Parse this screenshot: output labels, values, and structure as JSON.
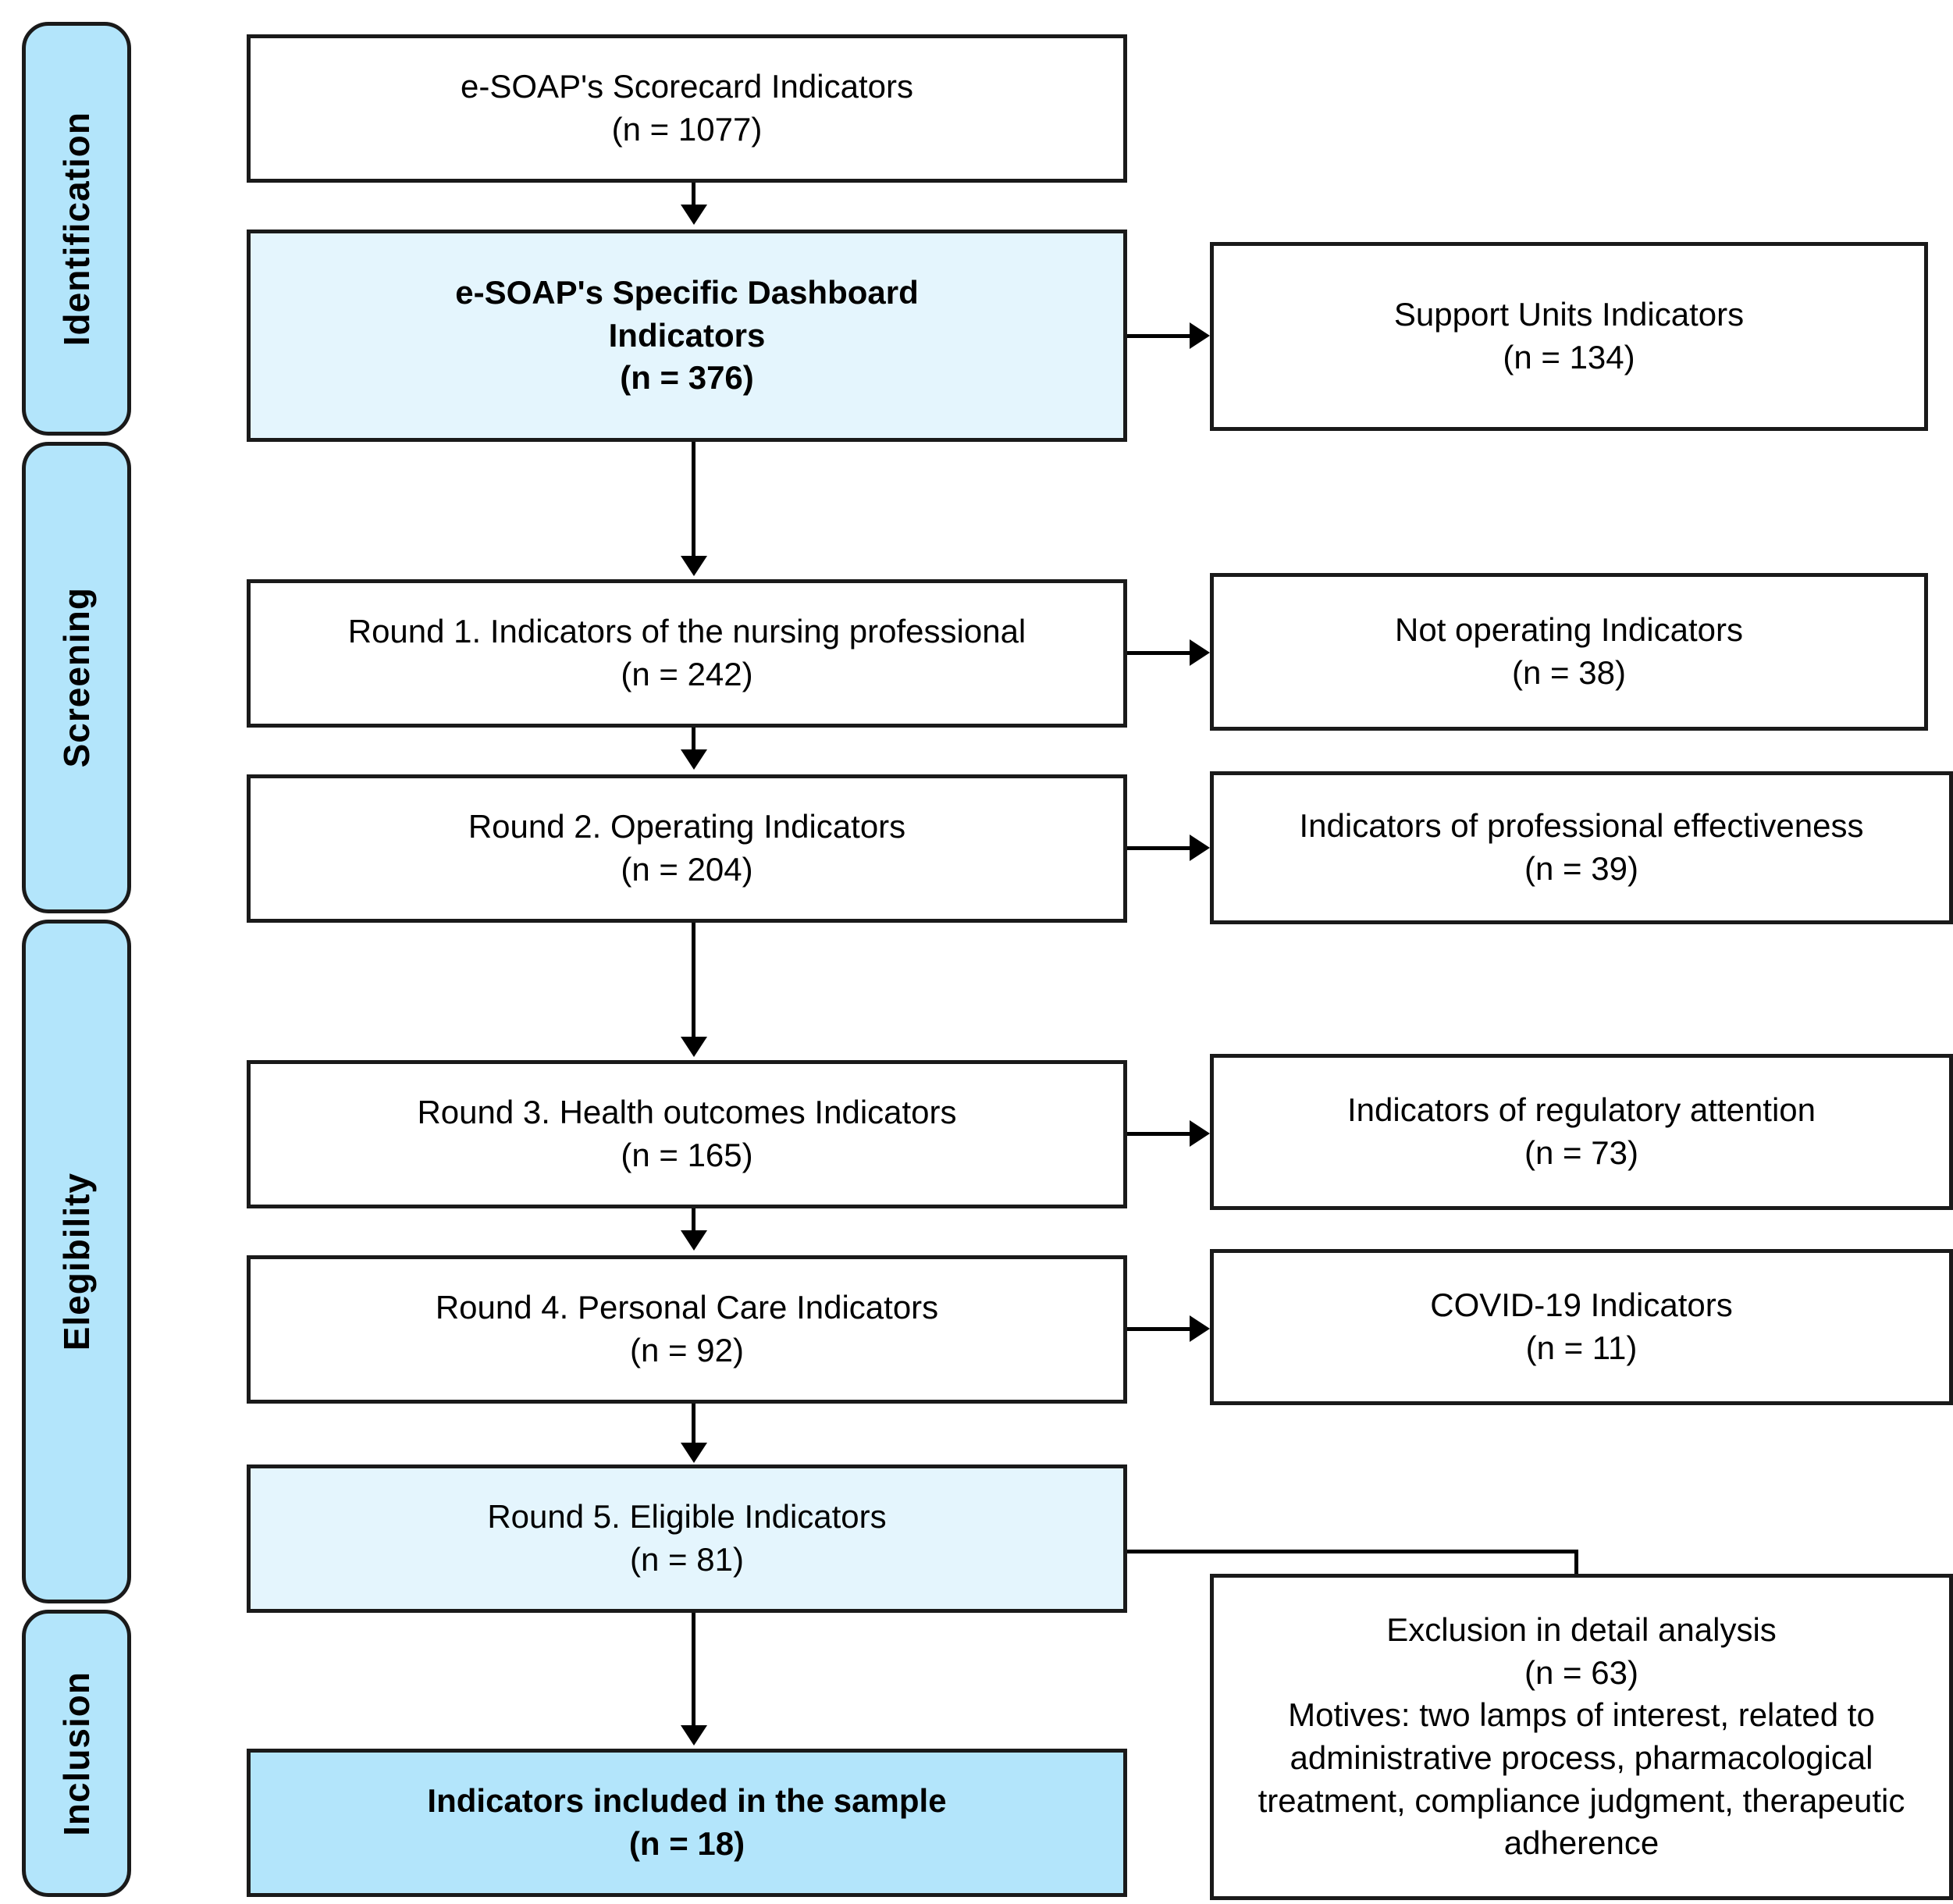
{
  "figure": {
    "type": "prisma-flow-diagram",
    "title": "PRISMA-style indicator selection flow"
  },
  "stages": [
    {
      "id": "identification",
      "label": "Identification"
    },
    {
      "id": "screening",
      "label": "Screening"
    },
    {
      "id": "elegibility",
      "label": "Elegibility"
    },
    {
      "id": "inclusion",
      "label": "Inclusion"
    }
  ],
  "colors": {
    "stage_fill": "#b3e5fb",
    "pale_fill": "#e4f5fd",
    "highlight_fill": "#b3e5fb",
    "border": "#1a1a1a",
    "box_fill": "#ffffff"
  },
  "main_flow": [
    {
      "id": "scorecard",
      "line1": "e-SOAP's Scorecard Indicators",
      "line2": "(n = 1077)",
      "n": 1077,
      "fill": "white",
      "bold": false
    },
    {
      "id": "specific-dashboard",
      "line1": "e-SOAP's Specific Dashboard",
      "line2": "Indicators",
      "line3": "(n = 376)",
      "n": 376,
      "fill": "pale",
      "bold": true
    },
    {
      "id": "round-1",
      "line1": "Round 1. Indicators of the nursing professional",
      "line2": "(n = 242)",
      "n": 242,
      "fill": "white",
      "bold": false
    },
    {
      "id": "round-2",
      "line1": "Round 2. Operating Indicators",
      "line2": "(n = 204)",
      "n": 204,
      "fill": "white",
      "bold": false
    },
    {
      "id": "round-3",
      "line1": "Round 3. Health outcomes Indicators",
      "line2": "(n = 165)",
      "n": 165,
      "fill": "white",
      "bold": false
    },
    {
      "id": "round-4",
      "line1": "Round 4. Personal Care Indicators",
      "line2": "(n = 92)",
      "n": 92,
      "fill": "white",
      "bold": false
    },
    {
      "id": "round-5",
      "line1": "Round 5. Eligible Indicators",
      "line2": "(n = 81)",
      "n": 81,
      "fill": "pale",
      "bold": false
    },
    {
      "id": "included",
      "line1": "Indicators included in the sample",
      "line2": "(n = 18)",
      "n": 18,
      "fill": "highlight",
      "bold": true
    }
  ],
  "excluded_flow": [
    {
      "id": "support-units",
      "line1": "Support Units Indicators",
      "line2": "(n = 134)",
      "n": 134
    },
    {
      "id": "not-operating",
      "line1": "Not operating Indicators",
      "line2": "(n = 38)",
      "n": 38
    },
    {
      "id": "professional-effectiveness",
      "line1": "Indicators of professional effectiveness",
      "line2": "(n = 39)",
      "n": 39
    },
    {
      "id": "regulatory-attention",
      "line1": "Indicators of regulatory attention",
      "line2": "(n = 73)",
      "n": 73
    },
    {
      "id": "covid-19",
      "line1": "COVID-19 Indicators",
      "line2": "(n = 11)",
      "n": 11
    }
  ],
  "exclusion_detail": {
    "id": "exclusion-detail",
    "line1": "Exclusion in detail analysis",
    "line2": "(n = 63)",
    "n": 63,
    "motives": "Motives: two lamps of interest, related to administrative process, pharmacological treatment, compliance judgment, therapeutic adherence"
  }
}
